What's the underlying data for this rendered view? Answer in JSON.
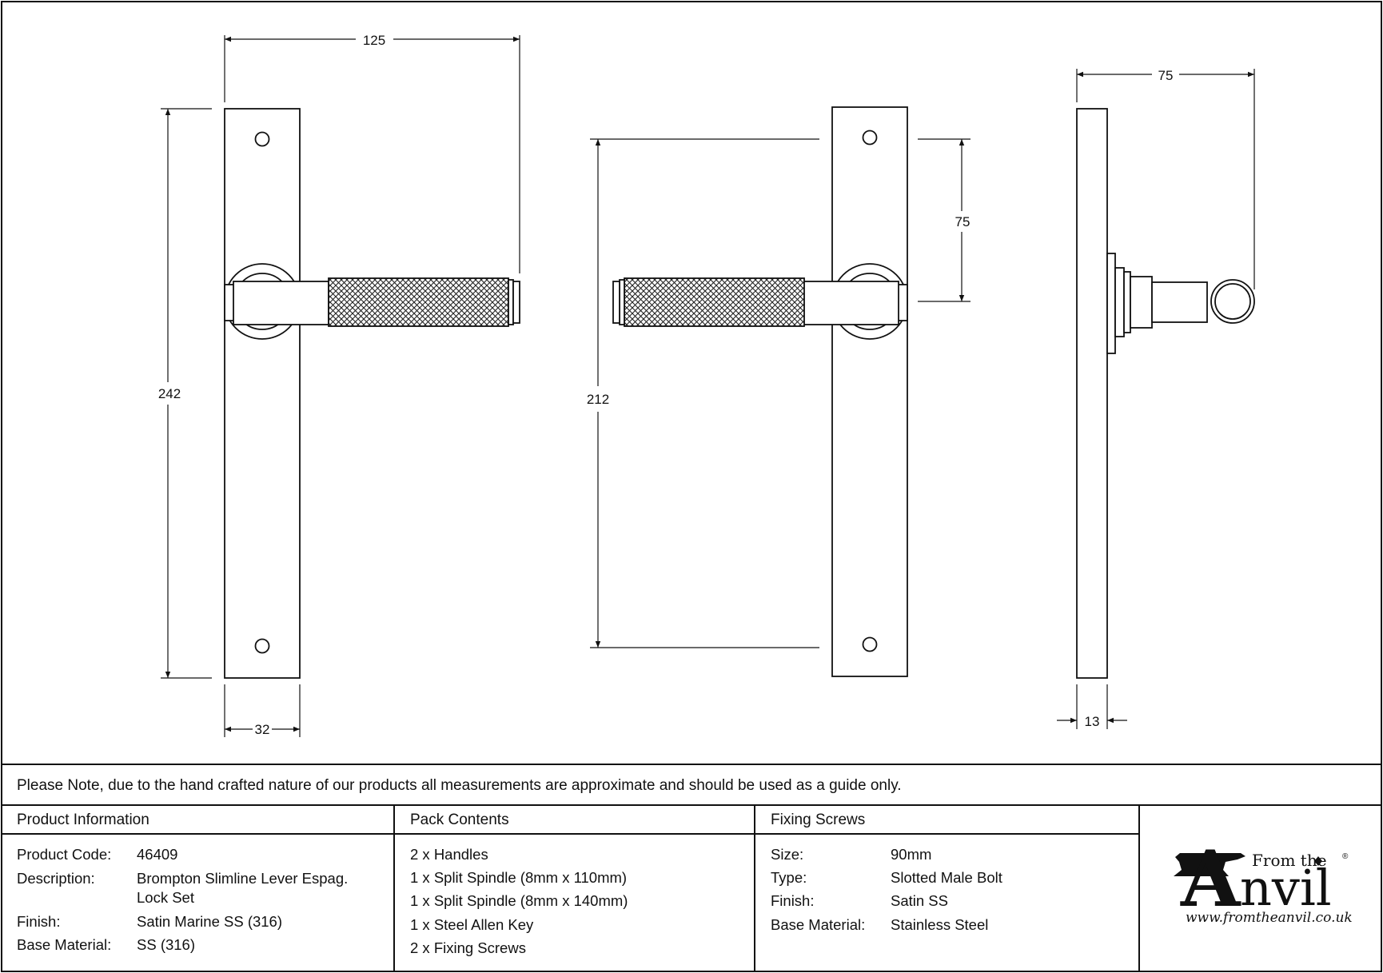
{
  "dimensions": {
    "width": "125",
    "height": "242",
    "plate_width": "32",
    "fixing_centres": "212",
    "spindle_offset": "75",
    "projection": "75",
    "plate_depth": "13"
  },
  "note": "Please Note, due to the hand crafted nature of our products all measurements are approximate and should be used as a guide only.",
  "product_information": {
    "header": "Product Information",
    "rows": [
      {
        "label": "Product Code:",
        "value": "46409"
      },
      {
        "label": "Description:",
        "value": "Brompton Slimline Lever Espag.",
        "value2": "Lock Set"
      },
      {
        "label": "Finish:",
        "value": "Satin Marine SS (316)"
      },
      {
        "label": "Base Material:",
        "value": "SS (316)"
      }
    ]
  },
  "pack_contents": {
    "header": "Pack Contents",
    "items": [
      "2 x Handles",
      "1 x Split Spindle (8mm x 110mm)",
      "1 x Split Spindle (8mm x 140mm)",
      "1 x Steel Allen Key",
      "2 x Fixing Screws"
    ]
  },
  "fixing_screws": {
    "header": "Fixing Screws",
    "rows": [
      {
        "label": "Size:",
        "value": "90mm"
      },
      {
        "label": "Type:",
        "value": "Slotted Male Bolt"
      },
      {
        "label": "Finish:",
        "value": "Satin SS"
      },
      {
        "label": "Base Material:",
        "value": "Stainless Steel"
      }
    ]
  },
  "brand": {
    "from_the": "From the",
    "registered": "®",
    "big_a": "A",
    "rest": "nvil",
    "url": "www.fromtheanvil.co.uk"
  }
}
